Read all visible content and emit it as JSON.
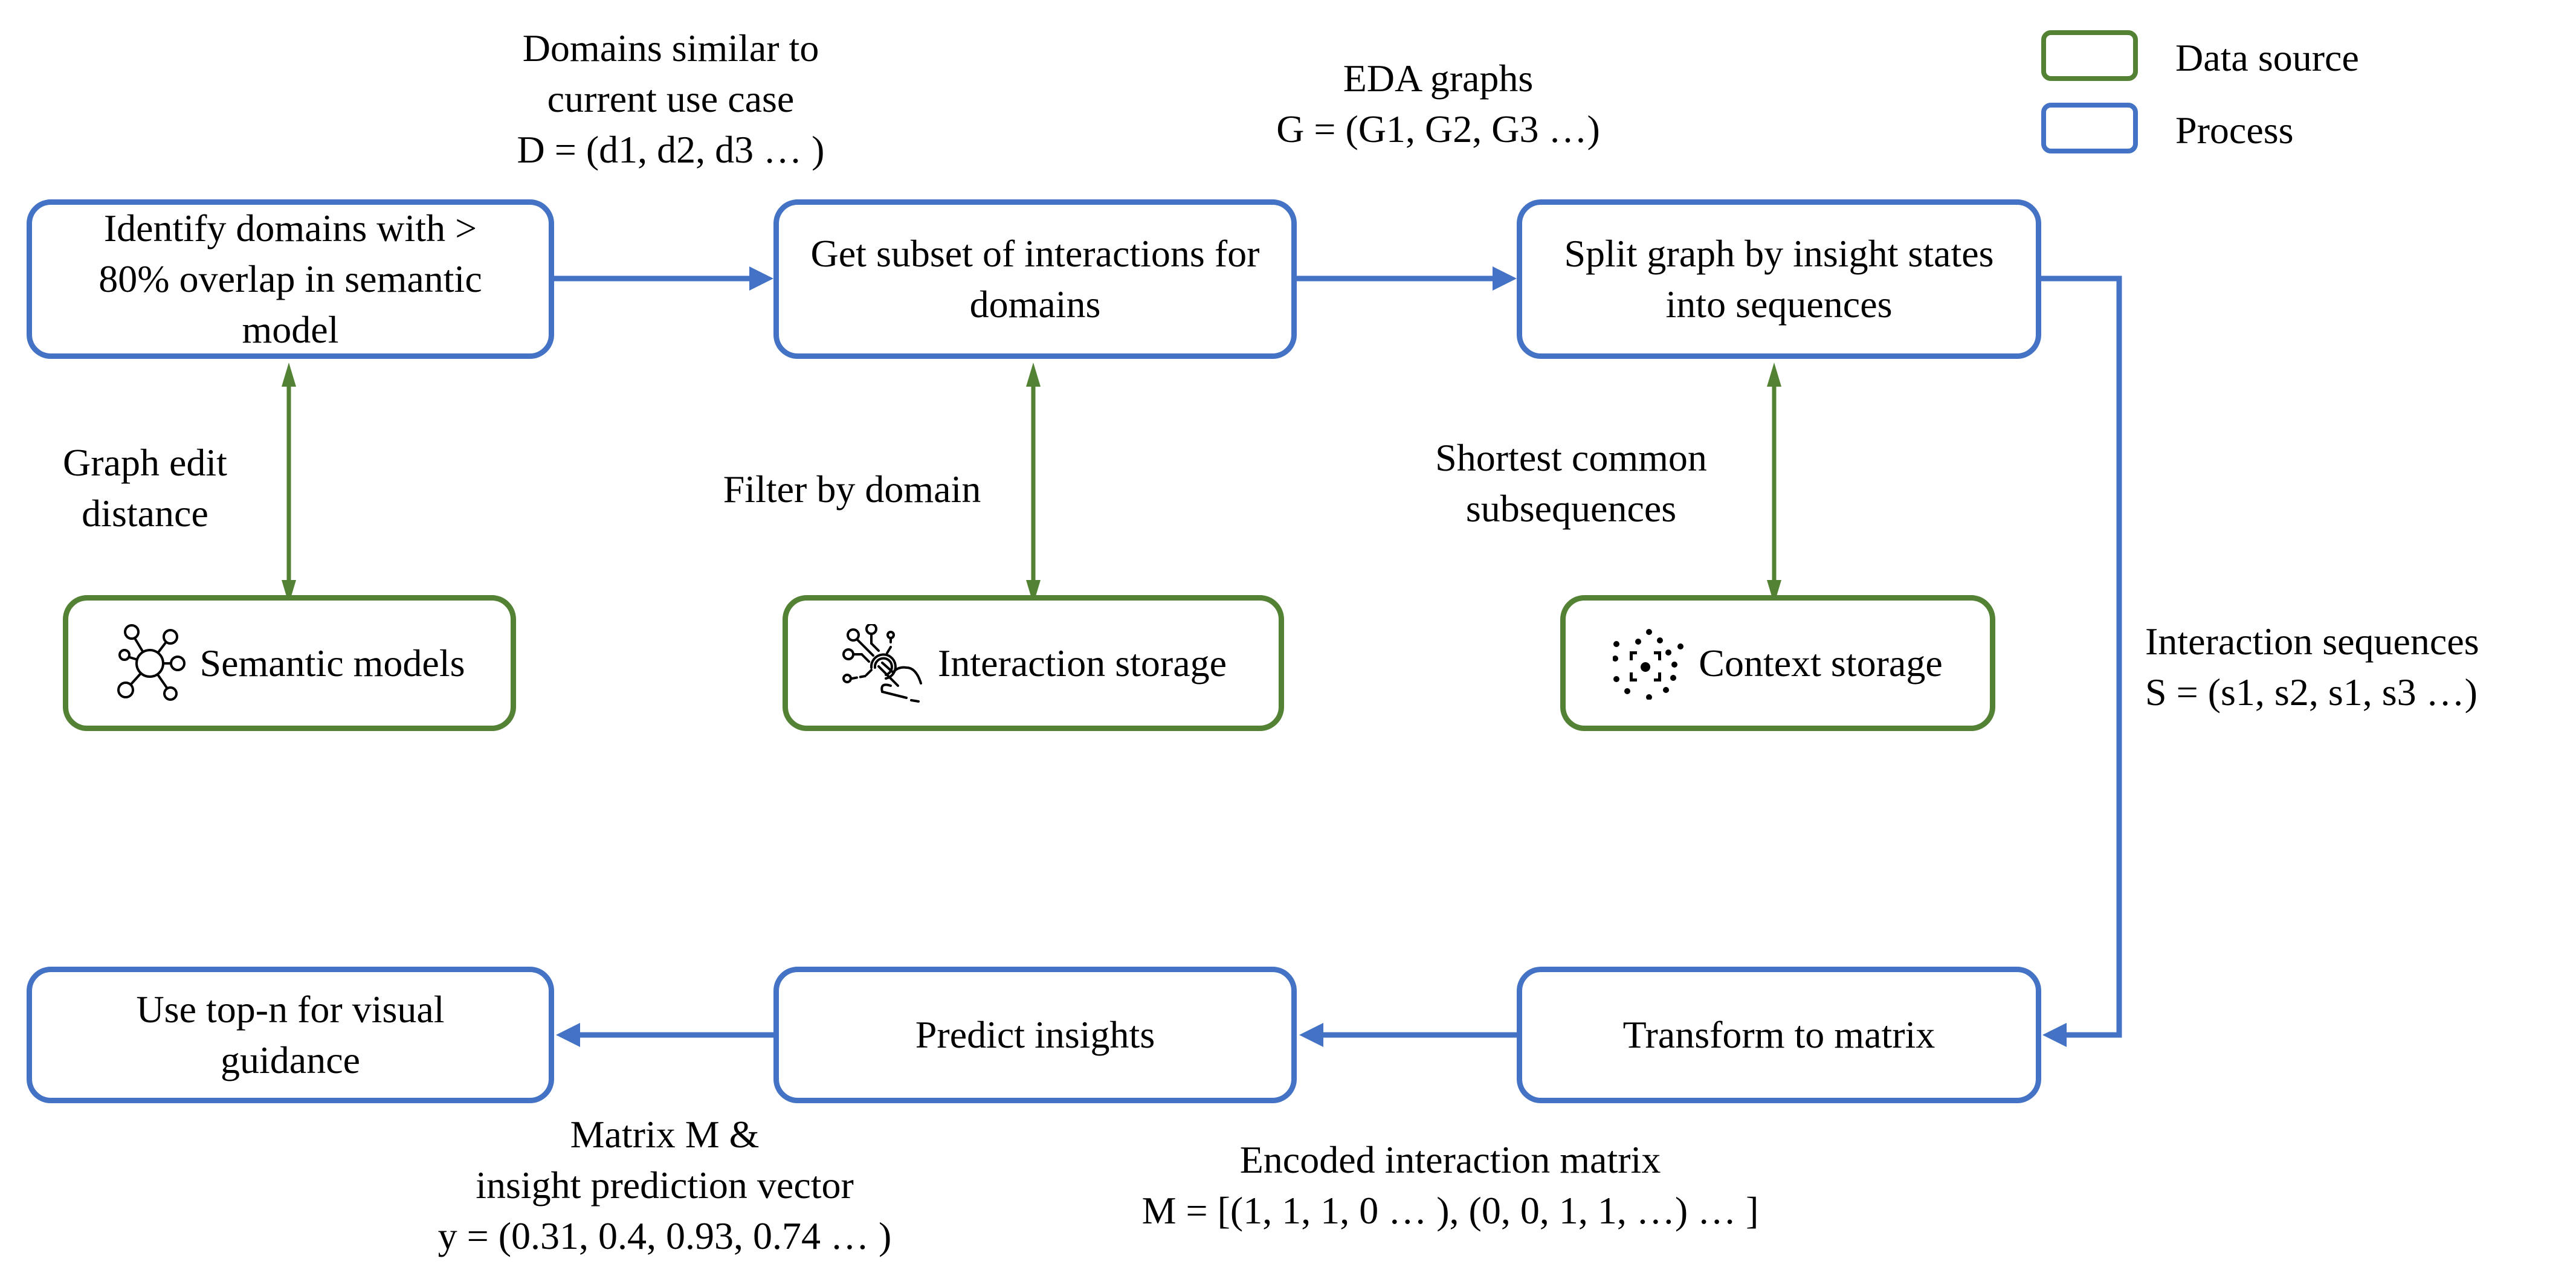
{
  "colors": {
    "process": "#4472c4",
    "data_source": "#548235",
    "text": "#000000"
  },
  "legend": [
    {
      "label": "Data source",
      "kind": "data_source"
    },
    {
      "label": "Process",
      "kind": "process"
    }
  ],
  "process_nodes": {
    "identify_domains": "Identify domains with > 80% overlap in semantic model",
    "get_subset": "Get subset of interactions for domains",
    "split_graph": "Split graph by insight states into sequences",
    "transform_matrix": "Transform to matrix",
    "predict_insights": "Predict insights",
    "use_topn": "Use top-n for visual guidance"
  },
  "source_nodes": {
    "semantic_models": {
      "label": "Semantic models",
      "icon": "network-hub-icon"
    },
    "interaction_storage": {
      "label": "Interaction storage",
      "icon": "touch-interaction-icon"
    },
    "context_storage": {
      "label": "Context storage",
      "icon": "focus-dots-icon"
    }
  },
  "edge_labels": {
    "domains_line1": "Domains similar to",
    "domains_line2": "current use case",
    "domains_line3": "D = (d1, d2, d3 … )",
    "eda_line1": "EDA graphs",
    "eda_line2": "G = (G1, G2, G3 …)",
    "graph_edit_line1": "Graph edit",
    "graph_edit_line2": "distance",
    "filter_by_domain": "Filter by domain",
    "shortest_line1": "Shortest common",
    "shortest_line2": "subsequences",
    "sequences_line1": "Interaction sequences",
    "sequences_line2": "S = (s1, s2, s1, s3 …)",
    "matrix_line1": "Encoded interaction matrix",
    "matrix_line2": "M = [(1, 1, 1, 0 … ), (0, 0, 1, 1, …) … ]",
    "prediction_line1": "Matrix M &",
    "prediction_line2": "insight prediction vector",
    "prediction_line3": "y = (0.31, 0.4, 0.93, 0.74 … )"
  }
}
